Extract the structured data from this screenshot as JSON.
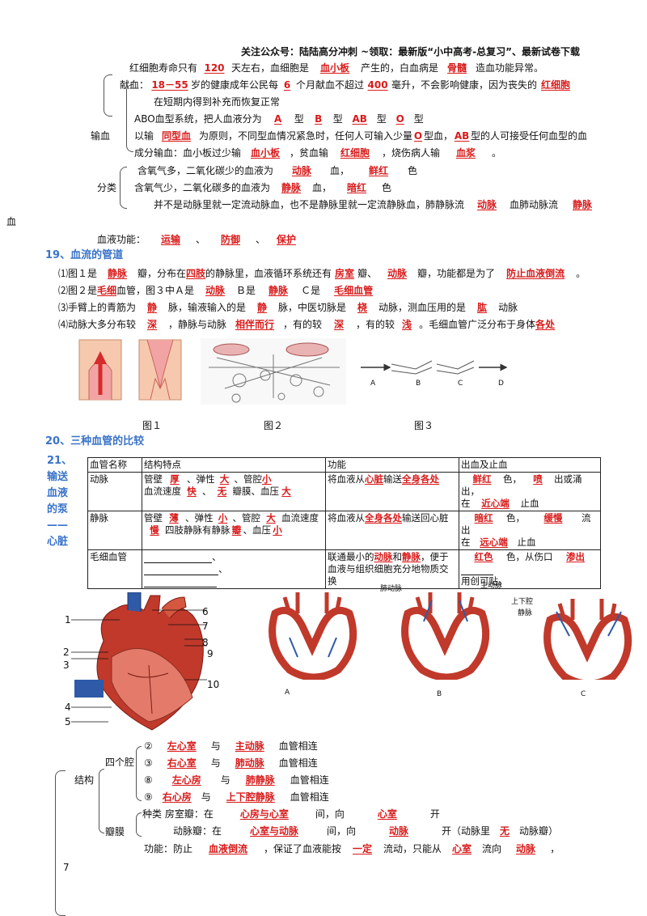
{
  "header": "关注公众号：陆陆高分冲刺  ~领取：最新版“小中高考-总复习”、最新试卷下载",
  "transfusion": {
    "label": "输血",
    "line1": {
      "p1": "红细胞寿命只有",
      "a1": "120",
      "p2": "天左右，血细胞是",
      "a2": "血小板",
      "p3": "产生的，白血病是",
      "a3": "骨髓",
      "p4": "造血功能异常。"
    },
    "line2": {
      "p1": "献血：",
      "a1": "18－55",
      "p2": "岁的健康成年公民每",
      "a2": "6",
      "p3": "个月献血不超过",
      "a3": "400",
      "p4": "毫升，不会影响健康，因为丧失的",
      "a4": "红细胞"
    },
    "line3": "在短期内得到补充而恢复正常",
    "line4": {
      "p1": "ABO血型系统，把人血液分为",
      "a1": "A",
      "t1": "型",
      "a2": "B",
      "t2": "型",
      "a3": "AB",
      "t3": "型",
      "a4": "O",
      "t4": "型"
    },
    "line5": {
      "p1": "以输",
      "a1": "同型血",
      "p2": "为原则，不同型血情况紧急时，任何人可输入少量",
      "a2": "O",
      "p3": "型血，",
      "a3": "AB",
      "p4": "型的人可接受任何血型的血"
    },
    "line6": {
      "p1": "成分输血：血小板过少输",
      "a1": "血小板",
      "p2": "，贫血输",
      "a2": "红细胞",
      "p3": "，烧伤病人输",
      "a3": "血浆",
      "p4": "。"
    }
  },
  "classify": {
    "label": "分类",
    "line1": {
      "p1": "含氧气多，二氧化碳少的血液为",
      "a1": "动脉",
      "p2": "血，",
      "a2": "鲜红",
      "p3": "色"
    },
    "line2": {
      "p1": "含氧气少，二氧化碳多的血液为",
      "a1": "静脉",
      "p2": "血，",
      "a2": "暗红",
      "p3": "色"
    },
    "line3": {
      "p1": "并不是动脉里就一定流动脉血，也不是静脉里就一定流静脉血，肺静脉流",
      "a1": "动脉",
      "p2": "血肺动脉流",
      "a2": "静脉"
    },
    "wrap": "血"
  },
  "function": {
    "p1": "血液功能：",
    "a1": "运输",
    "s1": "、",
    "a2": "防御",
    "s2": "、",
    "a3": "保护"
  },
  "s19": {
    "title": "19、血流的管道",
    "l1": {
      "p1": "⑴图１是",
      "a1": "静脉",
      "p2": "瓣，分布在",
      "a2": "四肢",
      "p3": "的静脉里，血液循环系统还有",
      "a3": "房室",
      "p4": "瓣、",
      "a4": "动脉",
      "p5": "瓣，功能都是为了",
      "a5": "防止血液倒流",
      "p6": "。"
    },
    "l2": {
      "p1": "⑵图２是",
      "a1": "毛细",
      "p2": "血管，图３中Ａ是",
      "a2": "动脉",
      "p3": "Ｂ是",
      "a3": "静脉",
      "p4": "Ｃ是",
      "a4": "毛细血管"
    },
    "l3": {
      "p1": "⑶手臂上的青筋为",
      "a1": "静",
      "p2": "脉，输液输入的是",
      "a2": "静",
      "p3": "脉，中医切脉是",
      "a3": "桡",
      "p4": "动脉，测血压用的是",
      "a4": "肱",
      "p5": "动脉"
    },
    "l4": {
      "p1": "⑷动脉大多分布较",
      "a1": "深",
      "p2": "，静脉与动脉",
      "a2": "相伴而行",
      "p3": "，有的较",
      "a3": "深",
      "p4": "，有的较",
      "a4": "浅",
      "p5": "。毛细血管广泛分布于身体",
      "a5": "各处"
    },
    "fig1": "图１",
    "fig2": "图２",
    "fig3": "图３",
    "fig3_labels": [
      "A",
      "B",
      "C",
      "D"
    ]
  },
  "s20": {
    "title": "20、三种血管的比较"
  },
  "s21": {
    "title_chars": [
      "21、",
      "输送",
      "血液",
      "的泵",
      "——",
      "心脏"
    ]
  },
  "table": {
    "headers": [
      "血管名称",
      "结构特点",
      "功能",
      "出血及止血"
    ],
    "artery": {
      "name": "动脉",
      "s1": "管壁",
      "a1": "厚",
      "s2": "、弹性",
      "a2": "大",
      "s3": "、管腔",
      "a3": "小",
      "s4": "血流速度",
      "a4": "快",
      "s5": "、",
      "a5": "无",
      "s6": "瓣膜、血压",
      "a6": "大",
      "f1": "将血液从",
      "fa1": "心脏",
      "f2": "输送",
      "fa2": "全身各处",
      "b1": "",
      "ba1": "鲜红",
      "b2": "色，",
      "ba2": "喷",
      "b3": "出或涌出，",
      "b4": "在",
      "ba3": "近心端",
      "b5": "止血"
    },
    "vein": {
      "name": "静脉",
      "s1": "管壁",
      "a1": "薄",
      "s2": "、弹性",
      "a2": "小",
      "s3": "、管腔",
      "a3": "大",
      "s4": "血流速度",
      "a4": "慢",
      "s5": "四肢静脉有静脉",
      "a5": "瓣",
      "s6": "、血压",
      "a6": "小",
      "f1": "将血液从",
      "fa1": "全身各处",
      "f2": "输送回心脏",
      "ba1": "暗红",
      "b2": "色，",
      "ba2": "缓慢",
      "b3": "流",
      "b4": "出",
      "b5": "在",
      "ba3": "远心端",
      "b6": "止血"
    },
    "capillary": {
      "name": "毛细血管",
      "s1": "、",
      "s2": "、",
      "f1": "联通最小的",
      "fa1": "动脉",
      "f2": "和",
      "fa2": "静脉",
      "f3": "，便于",
      "f4": "血液与组织细胞充分地物质交",
      "f5": "换",
      "ba1": "红色",
      "b2": "色，从伤口",
      "ba2": "渗出",
      "b3": "用创可贴。"
    }
  },
  "heart_labels": [
    "1",
    "2",
    "3",
    "4",
    "5",
    "6",
    "7",
    "8",
    "9",
    "10"
  ],
  "diagram": {
    "A": "A",
    "B": "B",
    "C": "C",
    "pulm": "肺动脉",
    "aorta": "主动脉",
    "vc1": "上下腔",
    "vc2": "静脉"
  },
  "structure": {
    "label": "结构",
    "chambers": "四个腔",
    "c1": {
      "n": "②",
      "a1": "左心室",
      "t": "与",
      "a2": "主动脉",
      "e": "血管相连"
    },
    "c2": {
      "n": "③",
      "a1": "右心室",
      "t": "与",
      "a2": "肺动脉",
      "e": "血管相连"
    },
    "c3": {
      "n": "⑧",
      "a1": "左心房",
      "t": "与",
      "a2": "肺静脉",
      "e": "血管相连"
    },
    "c4": {
      "n": "⑨",
      "a1": "右心房",
      "t": "与",
      "a2": "上下腔静脉",
      "e": "血管相连"
    },
    "valve": "瓣膜",
    "kind": "种类",
    "v1": {
      "p1": "房室瓣：在",
      "a1": "心房与心室",
      "p2": "间，向",
      "a2": "心室",
      "p3": "开"
    },
    "v2": {
      "p1": "动脉瓣：在",
      "a1": "心室与动脉",
      "p2": "间，向",
      "a2": "动脉",
      "p3": "开（动脉里",
      "a3": "无",
      "p4": "动脉瓣）"
    },
    "v3": {
      "p1": "功能：防止",
      "a1": "血液倒流",
      "p2": "，保证了血液能按",
      "a2": "一定",
      "p3": "流动，只能从",
      "a3": "心室",
      "p4": "流向",
      "a4": "动脉",
      "p5": "，"
    },
    "seven": "7"
  }
}
